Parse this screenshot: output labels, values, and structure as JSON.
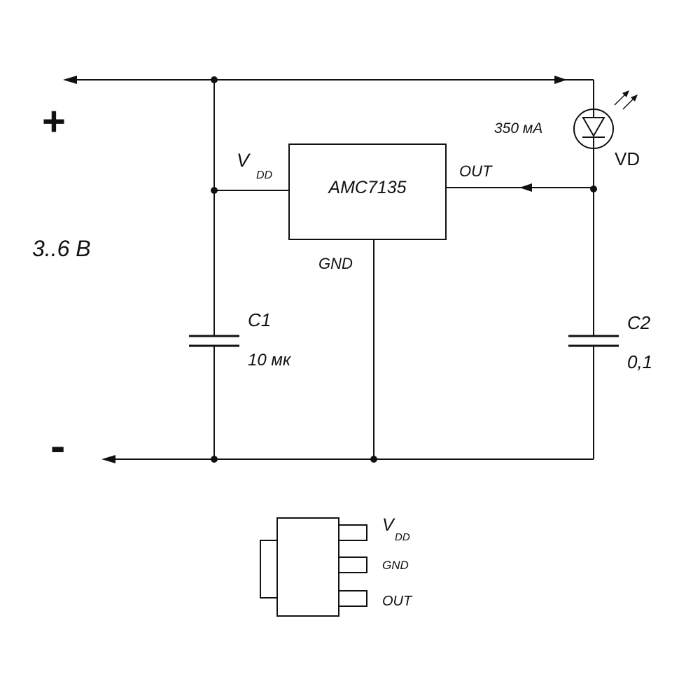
{
  "supply": {
    "plus": "+",
    "minus": "-",
    "voltage": "3..6 В"
  },
  "ic": {
    "name": "AMC7135",
    "pin_vdd_main": "V",
    "pin_vdd_sub": "DD",
    "pin_out": "OUT",
    "pin_gnd": "GND"
  },
  "led": {
    "current": "350 мА",
    "ref": "VD"
  },
  "c1": {
    "ref": "C1",
    "value": "10 мк"
  },
  "c2": {
    "ref": "C2",
    "value": "0,1"
  },
  "package": {
    "pin1_main": "V",
    "pin1_sub": "DD",
    "pin2": "GND",
    "pin3": "OUT"
  }
}
